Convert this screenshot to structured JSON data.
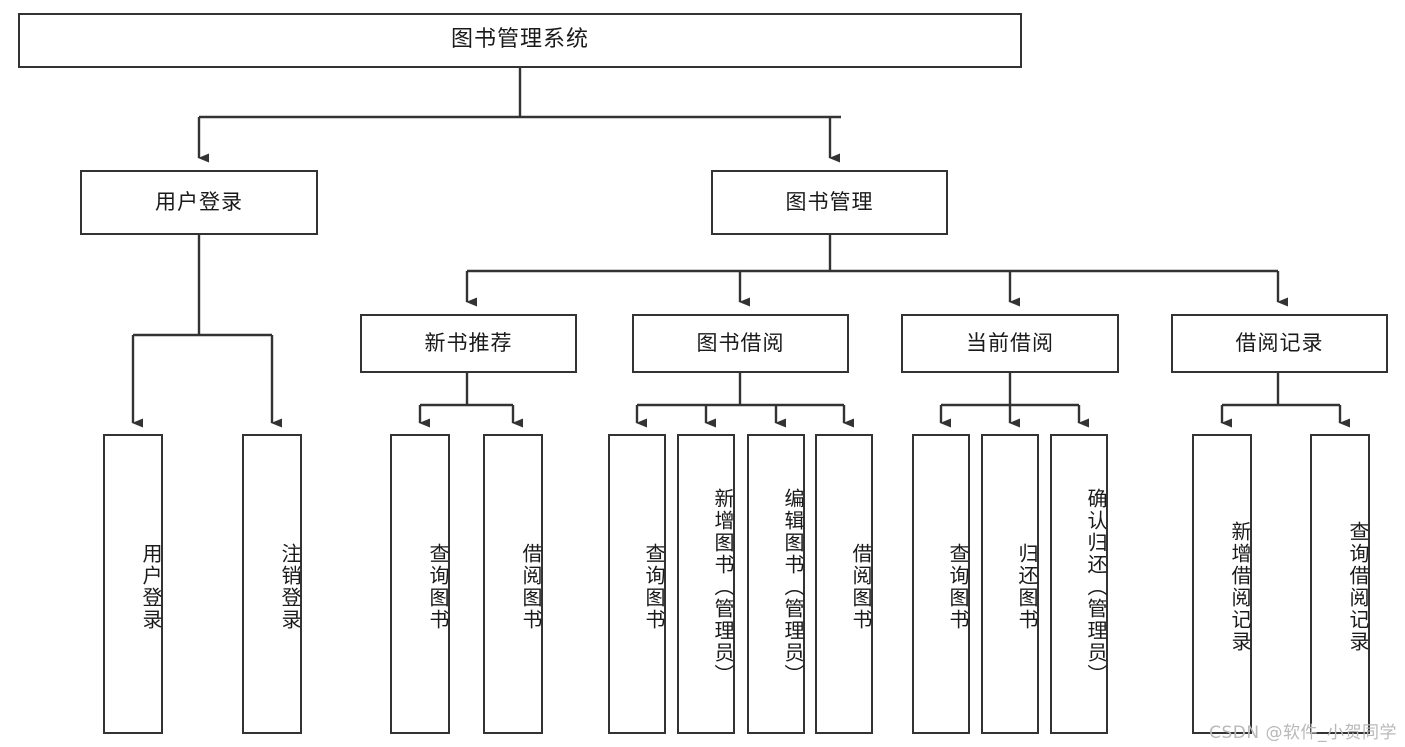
{
  "diagram": {
    "title": "图书管理系统",
    "type": "tree-hierarchy",
    "watermark": "CSDN @软件_小贺同学",
    "colors": {
      "box_border": "#333333",
      "box_fill": "#ffffff",
      "edge": "#333333",
      "text": "#1a1a1a",
      "watermark": "#b9b9b9"
    },
    "root": {
      "label": "图书管理系统"
    },
    "level1": [
      {
        "label": "用户登录"
      },
      {
        "label": "图书管理"
      }
    ],
    "level2": [
      {
        "label": "新书推荐"
      },
      {
        "label": "图书借阅"
      },
      {
        "label": "当前借阅"
      },
      {
        "label": "借阅记录"
      }
    ],
    "leaves": {
      "user_login": [
        {
          "label": "用户登录"
        },
        {
          "label": "注销登录"
        }
      ],
      "new_book_recommend": [
        {
          "label": "查询图书"
        },
        {
          "label": "借阅图书"
        }
      ],
      "book_borrow": [
        {
          "label": "查询图书"
        },
        {
          "label": "新增图书（管理员）"
        },
        {
          "label": "编辑图书（管理员）"
        },
        {
          "label": "借阅图书"
        }
      ],
      "current_borrow": [
        {
          "label": "查询图书"
        },
        {
          "label": "归还图书"
        },
        {
          "label": "确认归还（管理员）"
        }
      ],
      "borrow_record": [
        {
          "label": "新增借阅记录"
        },
        {
          "label": "查询借阅记录"
        }
      ]
    }
  }
}
